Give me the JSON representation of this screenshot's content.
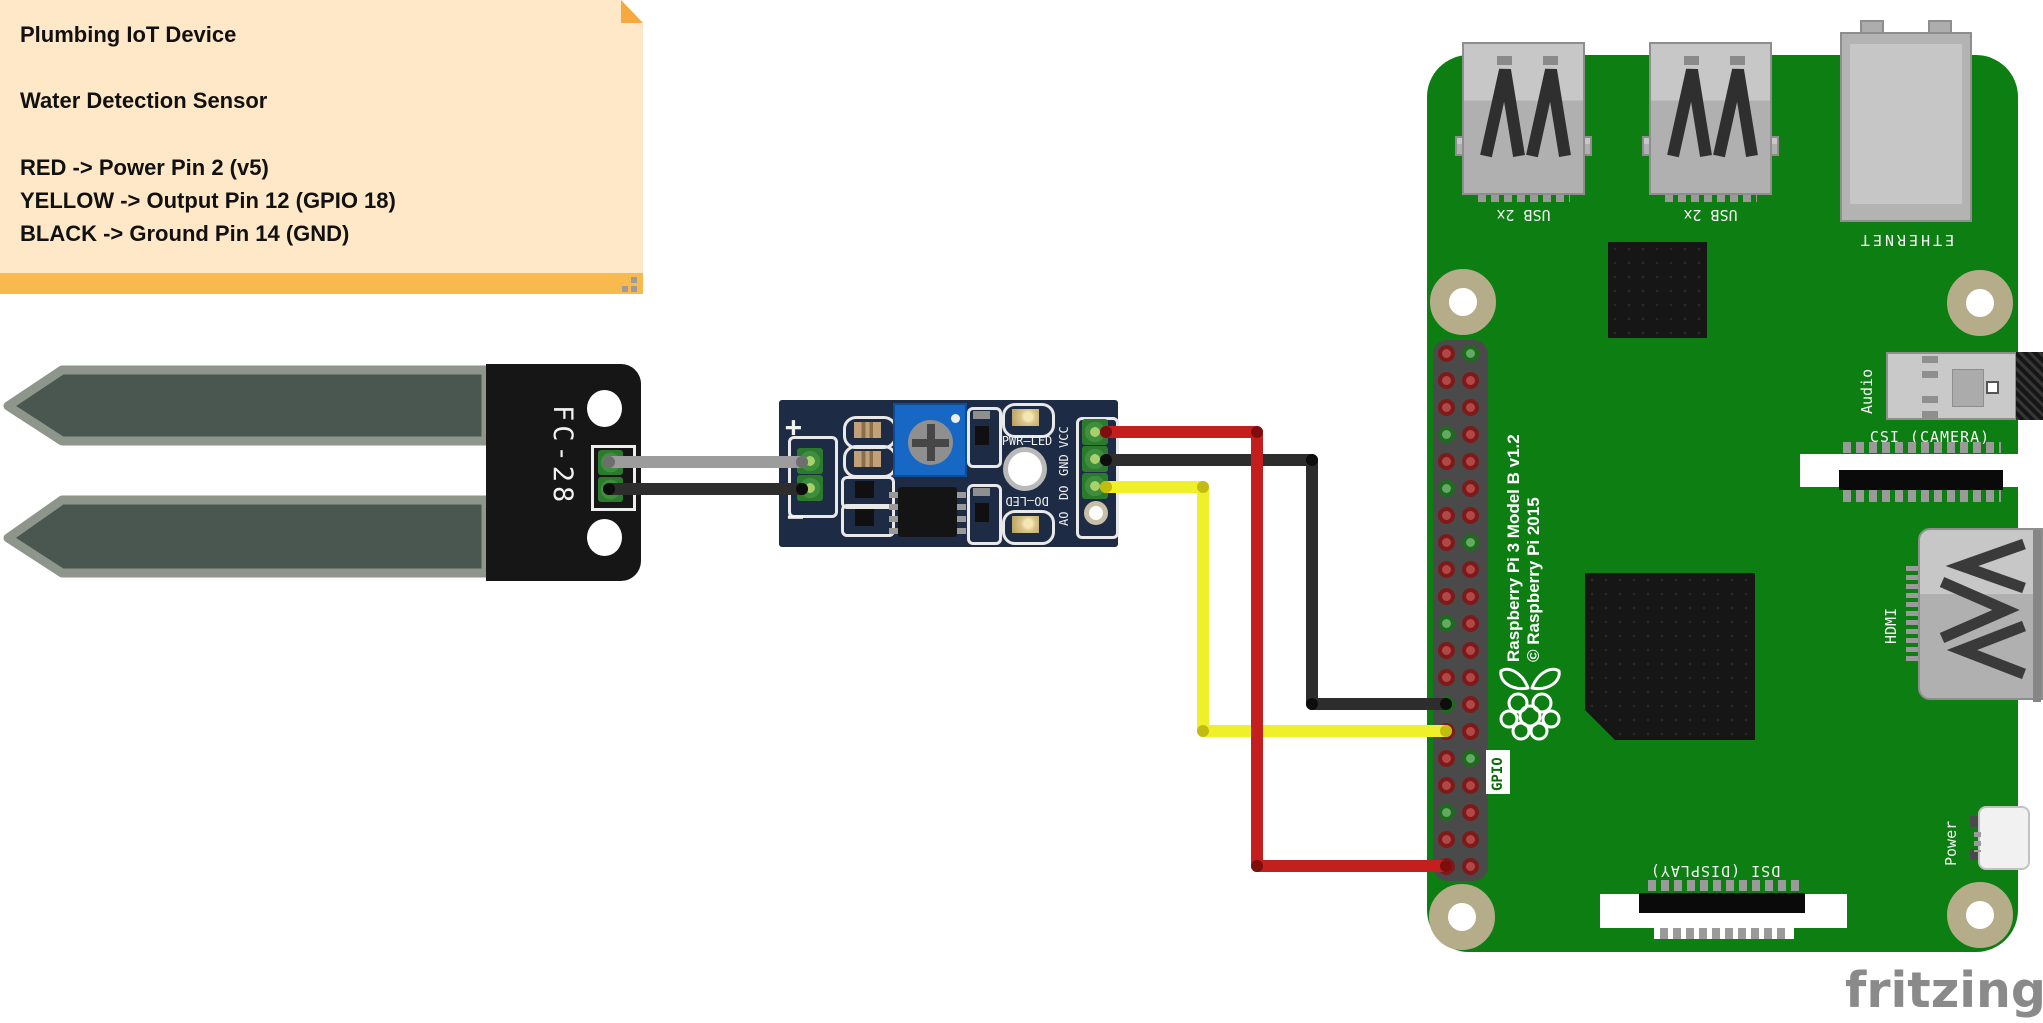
{
  "note": {
    "title": "Plumbing IoT Device",
    "subtitle": "Water Detection Sensor",
    "lines": [
      "RED -> Power Pin 2 (v5)",
      "YELLOW -> Output Pin 12 (GPIO 18)",
      "BLACK -> Ground Pin 14 (GND)"
    ]
  },
  "probe": {
    "label": "FC-28"
  },
  "module": {
    "plus_label": "+",
    "minus_label": "−",
    "pwr_led_label": "PWR—LED",
    "do_led_label": "DO—LED",
    "pin_labels": [
      "VCC",
      "GND",
      "DO",
      "AO"
    ]
  },
  "pi": {
    "usb1_label": "USB 2x",
    "usb2_label": "USB 2x",
    "ethernet_label": "ETHERNET",
    "audio_label": "Audio",
    "csi_label": "CSI (CAMERA)",
    "hdmi_label": "HDMI",
    "power_label": "Power",
    "dsi_label": "DSI (DISPLAY)",
    "gpio_label": "GPIO",
    "model_text": "Raspberry Pi 3 Model B v1.2",
    "copyright_text": "© Raspberry Pi 2015",
    "gpio_header": {
      "rows": 20,
      "left_green_rows": [
        4,
        6,
        11,
        14,
        18
      ],
      "right_green_rows": [
        1,
        8,
        16
      ]
    }
  },
  "connections": [
    {
      "wire": "gray",
      "from": "probe pin +",
      "to": "module +"
    },
    {
      "wire": "black",
      "from": "probe pin −",
      "to": "module −"
    },
    {
      "wire": "red",
      "from": "module VCC",
      "to": "Power Pin 2 (v5)"
    },
    {
      "wire": "black",
      "from": "module GND",
      "to": "Ground Pin 14 (GND)"
    },
    {
      "wire": "yellow",
      "from": "module DO",
      "to": "Output Pin 12 (GPIO 18)"
    }
  ],
  "watermark": "fritzing",
  "colors": {
    "note_body": "#FFE8C7",
    "note_accent": "#F8BA4F",
    "board_green": "#0D7E12",
    "module_navy": "#1E2B44",
    "pot_blue": "#1768C4",
    "hole_tan": "#B5AC8A",
    "wire_red": "#C41E1E",
    "wire_red_dark": "#7E0E0E",
    "wire_black": "#2D2D2D",
    "wire_black_dark": "#0D0D0D",
    "wire_yellow": "#EFEF2A",
    "wire_yellow_dark": "#C2BC10",
    "wire_gray": "#9C9C9C",
    "wire_gray_dark": "#6E6E6E"
  }
}
